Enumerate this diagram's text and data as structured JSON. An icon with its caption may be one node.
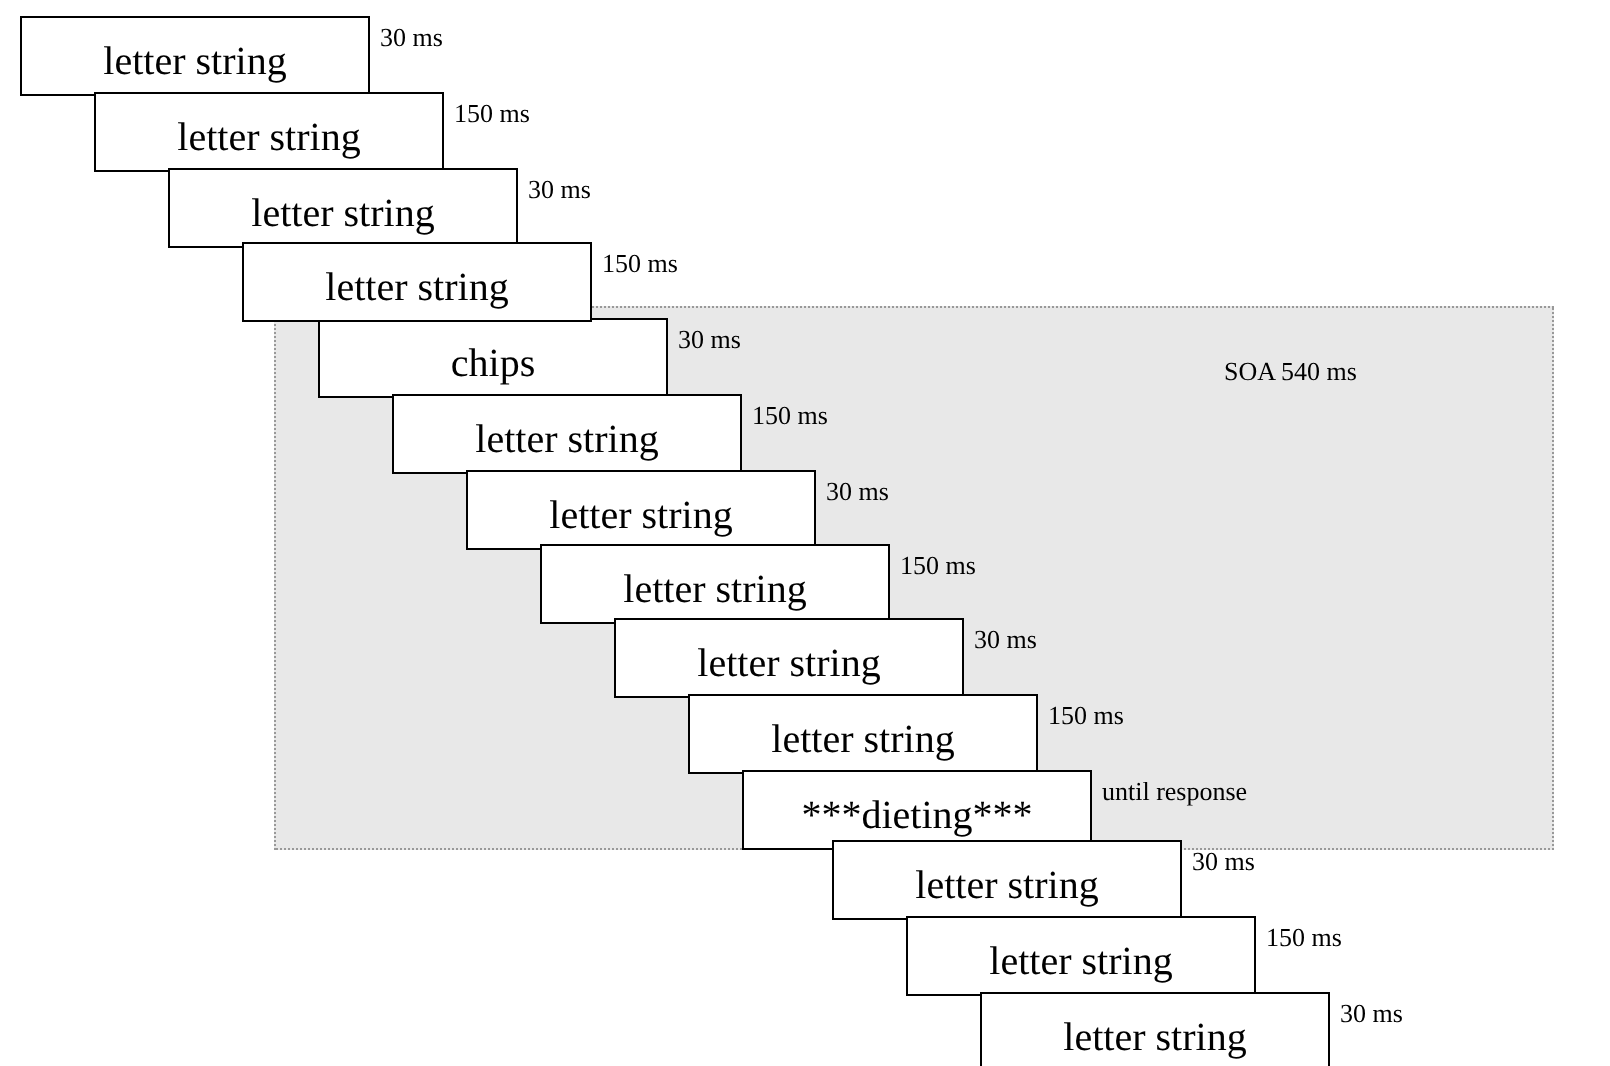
{
  "diagram": {
    "nodes": [
      {
        "text": [
          "letter string"
        ],
        "beside": [
          "30 ms"
        ]
      },
      {
        "text": [
          "letter string"
        ],
        "beside": [
          "150 ms"
        ]
      },
      {
        "text": [
          "letter string"
        ],
        "beside": [
          "30 ms"
        ]
      },
      {
        "text": [
          "letter string"
        ],
        "beside": [
          "150 ms"
        ]
      },
      {
        "text": [
          "SOA 540 ms"
        ]
      },
      {
        "text": [
          "chips"
        ],
        "beside": [
          "30 ms"
        ],
        "in": 4
      },
      {
        "text": [
          "letter string"
        ],
        "beside": [
          "150 ms"
        ],
        "in": 4
      },
      {
        "text": [
          "letter string"
        ],
        "beside": [
          "30 ms"
        ],
        "in": 4
      },
      {
        "text": [
          "letter string"
        ],
        "beside": [
          "150 ms"
        ],
        "in": 4
      },
      {
        "text": [
          "letter string"
        ],
        "beside": [
          "30 ms"
        ],
        "in": 4
      },
      {
        "text": [
          "letter string"
        ],
        "beside": [
          "150 ms"
        ],
        "in": 4
      },
      {
        "text": [
          "***dieting***"
        ],
        "beside": [
          "until response"
        ],
        "in": 4
      },
      {
        "text": [
          "letter string"
        ],
        "beside": [
          "30 ms"
        ]
      },
      {
        "text": [
          "letter string"
        ],
        "beside": [
          "150 ms"
        ]
      },
      {
        "text": [
          "letter string"
        ],
        "beside": [
          "30 ms"
        ]
      }
    ],
    "edges": []
  }
}
